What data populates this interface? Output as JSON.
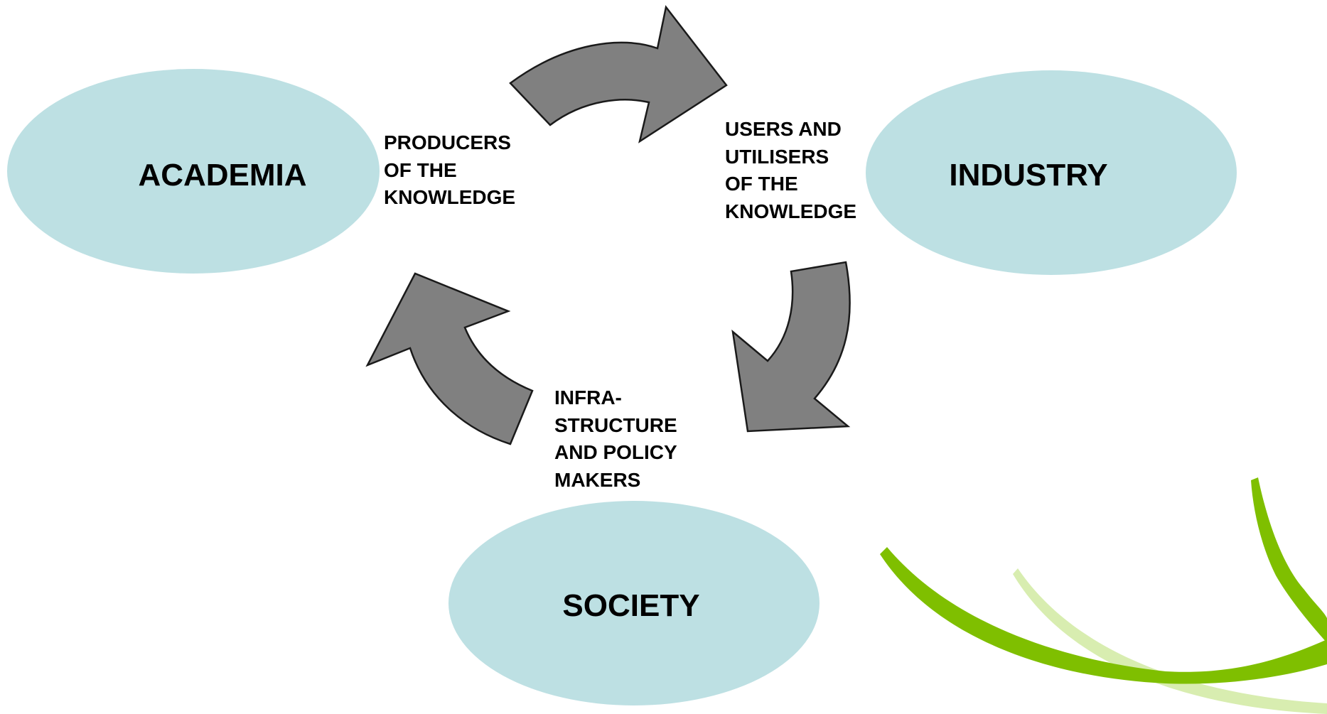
{
  "colors": {
    "ellipse_fill": "#bde0e3",
    "arrow_fill": "#808080",
    "arrow_stroke": "#1a1a1a",
    "swoosh_green": "#7fbf00",
    "swoosh_light_green": "#d8edb0"
  },
  "nodes": {
    "academia": "ACADEMIA",
    "industry": "INDUSTRY",
    "society": "SOCIETY"
  },
  "roles": {
    "producers": [
      "PRODUCERS",
      "OF THE",
      "KNOWLEDGE"
    ],
    "users": [
      "USERS AND",
      "UTILISERS",
      "OF THE",
      "KNOWLEDGE"
    ],
    "infrastructure": [
      "INFRA-",
      "STRUCTURE",
      "AND POLICY",
      "MAKERS"
    ]
  }
}
